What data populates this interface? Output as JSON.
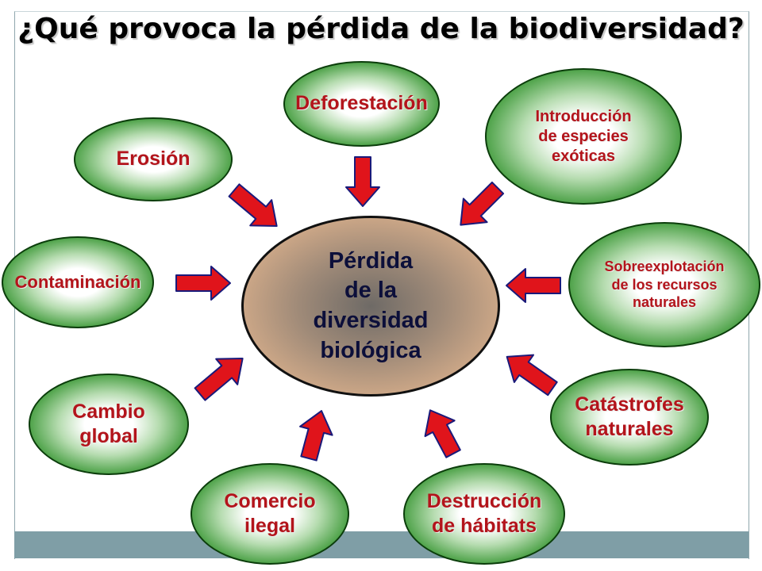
{
  "title": "¿Qué provoca la pérdida de la biodiversidad?",
  "center": {
    "label": "Pérdida\nde la\ndiversidad\nbiológica"
  },
  "causes": [
    {
      "id": "erosion",
      "label": "Erosión"
    },
    {
      "id": "deforestacion",
      "label": "Deforestación"
    },
    {
      "id": "introduccion",
      "label": "Introducción\nde especies\nexóticas"
    },
    {
      "id": "contaminacion",
      "label": "Contaminación"
    },
    {
      "id": "sobreexplotacion",
      "label": "Sobreexplotación\nde los recursos\nnaturales"
    },
    {
      "id": "cambio",
      "label": "Cambio\nglobal"
    },
    {
      "id": "catastrofes",
      "label": "Catástrofes\nnaturales"
    },
    {
      "id": "comercio",
      "label": "Comercio\nilegal"
    },
    {
      "id": "destruccion",
      "label": "Destrucción\nde hábitats"
    }
  ],
  "colors": {
    "arrow_fill": "#e0141b",
    "arrow_stroke": "#1a1a7a",
    "node_text": "#b3141b",
    "center_text": "#0c0f3a",
    "footer_bar": "#7f9ea6"
  }
}
